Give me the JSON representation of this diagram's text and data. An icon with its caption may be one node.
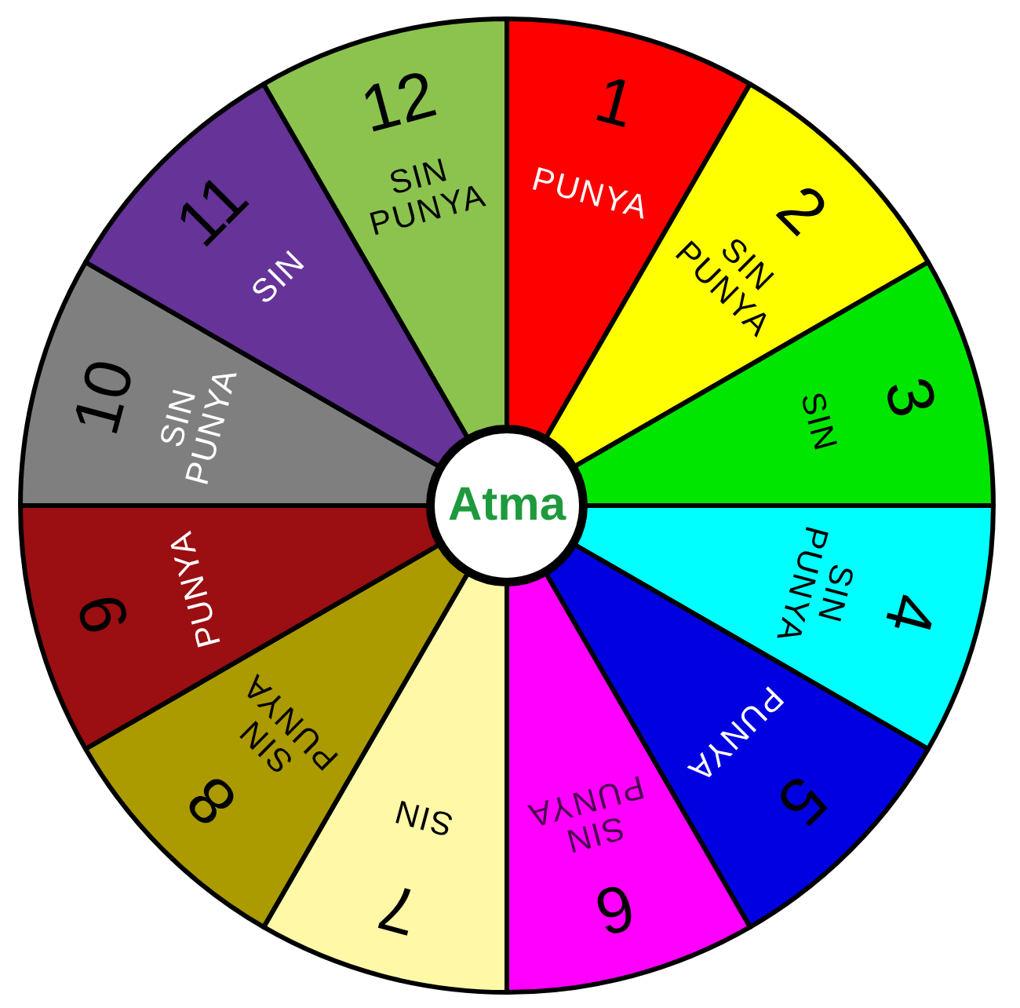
{
  "diagram": {
    "nodes": [
      {
        "text": [
          "1",
          "PUNYA"
        ]
      },
      {
        "text": [
          "2",
          "SIN PUNYA"
        ]
      },
      {
        "text": [
          "3",
          "SIN"
        ]
      },
      {
        "text": [
          "4",
          "SIN PUNYA"
        ]
      },
      {
        "text": [
          "5",
          "PUNYA"
        ]
      },
      {
        "text": [
          "6",
          "SIN PUNYA"
        ]
      },
      {
        "text": [
          "7",
          "SIN"
        ]
      },
      {
        "text": [
          "8",
          "SIN PUNYA"
        ]
      },
      {
        "text": [
          "9",
          "PUNYA"
        ]
      },
      {
        "text": [
          "10",
          "SIN PUNYA"
        ]
      },
      {
        "text": [
          "11",
          "SIN"
        ]
      },
      {
        "text": [
          "12",
          "SIN PUNYA"
        ]
      },
      {
        "text": [
          "Atma"
        ]
      }
    ]
  }
}
